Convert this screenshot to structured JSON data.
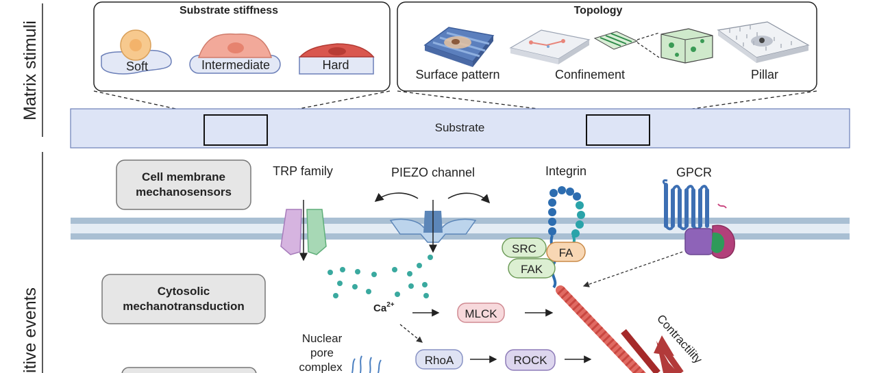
{
  "side_labels": {
    "top": "Matrix stimuli",
    "bottom": "itive events"
  },
  "stiffness": {
    "title": "Substrate stiffness",
    "soft": "Soft",
    "intermediate": "Intermediate",
    "hard": "Hard"
  },
  "topology": {
    "title": "Topology",
    "surface_pattern": "Surface pattern",
    "confinement": "Confinement",
    "pillar": "Pillar"
  },
  "substrate_label": "Substrate",
  "categories": {
    "membrane_line1": "Cell membrane",
    "membrane_line2": "mechanosensors",
    "cytosolic_line1": "Cytosolic",
    "cytosolic_line2": "mechanotransduction"
  },
  "sensors": {
    "trp": "TRP family",
    "piezo": "PIEZO channel",
    "integrin": "Integrin",
    "gpcr": "GPCR"
  },
  "molecules": {
    "src": "SRC",
    "fa": "FA",
    "fak": "FAK",
    "ca": "Ca",
    "ca_superscript": "2+",
    "mlck": "MLCK",
    "rhoa": "RhoA",
    "rock": "ROCK",
    "contractility": "Contractility",
    "npc_line1": "Nuclear",
    "npc_line2": "pore",
    "npc_line3": "complex"
  },
  "colors": {
    "substrate_fill": "#dde4f6",
    "substrate_stroke": "#6b7fb8",
    "membrane": "#a9bfd3",
    "calcium_dot": "#3aa99f",
    "mlck_fill": "#f7d9dc",
    "rhoa_fill": "#dfe3f3",
    "rock_fill": "#ddd6ee",
    "actin": "#d9534f",
    "contractility_arrow": "#a52a2a"
  }
}
